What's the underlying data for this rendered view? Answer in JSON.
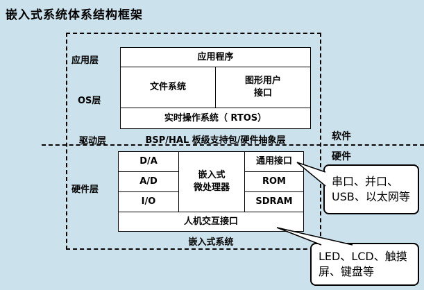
{
  "title": "嵌入式系统体系结构框架",
  "frame": {
    "layers": [
      {
        "id": "application",
        "label": "应用层"
      },
      {
        "id": "os",
        "label": "OS层"
      },
      {
        "id": "driver",
        "label": "驱动层"
      },
      {
        "id": "hardware",
        "label": "硬件层"
      }
    ],
    "software": {
      "application": "应用程序",
      "file_system": "文件系统",
      "gui": "图形用户\n接口",
      "rtos": "实时操作系统（ RTOS）",
      "bsp": "BSP/HAL 板级支持包/硬件抽象层"
    },
    "hardware": {
      "da": "D/A",
      "ad": "A/D",
      "io": "I/O",
      "mcu": "嵌入式\n微处理器",
      "general_interface": "通用接口",
      "rom": "ROM",
      "sdram": "SDRAM",
      "hmi": "人机交互接口"
    },
    "caption": "嵌入式系统"
  },
  "divider": {
    "software_label": "软件",
    "hardware_label": "硬件"
  },
  "callouts": {
    "general_interface": "串口、并口、USB、以太网等",
    "hmi_devices": "LED、LCD、触摸屏、键盘等"
  },
  "colors": {
    "background": "#cbe2ec",
    "box_background": "#ffffff",
    "line": "#000000"
  }
}
